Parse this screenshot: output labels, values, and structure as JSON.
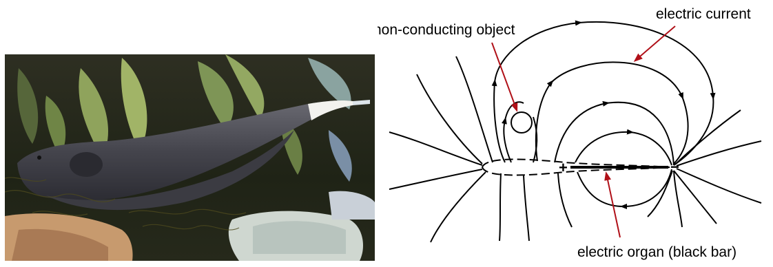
{
  "photo": {
    "subject": "knifefish"
  },
  "diagram": {
    "labels": {
      "non_conducting_object": "non-conducting object",
      "electric_current": "electric current",
      "electric_organ": "electric organ (black bar)"
    },
    "plus_sign": "+",
    "minus_sign": "−",
    "colors": {
      "arrow_annotation": "#b01018",
      "field_lines": "#000000"
    }
  }
}
